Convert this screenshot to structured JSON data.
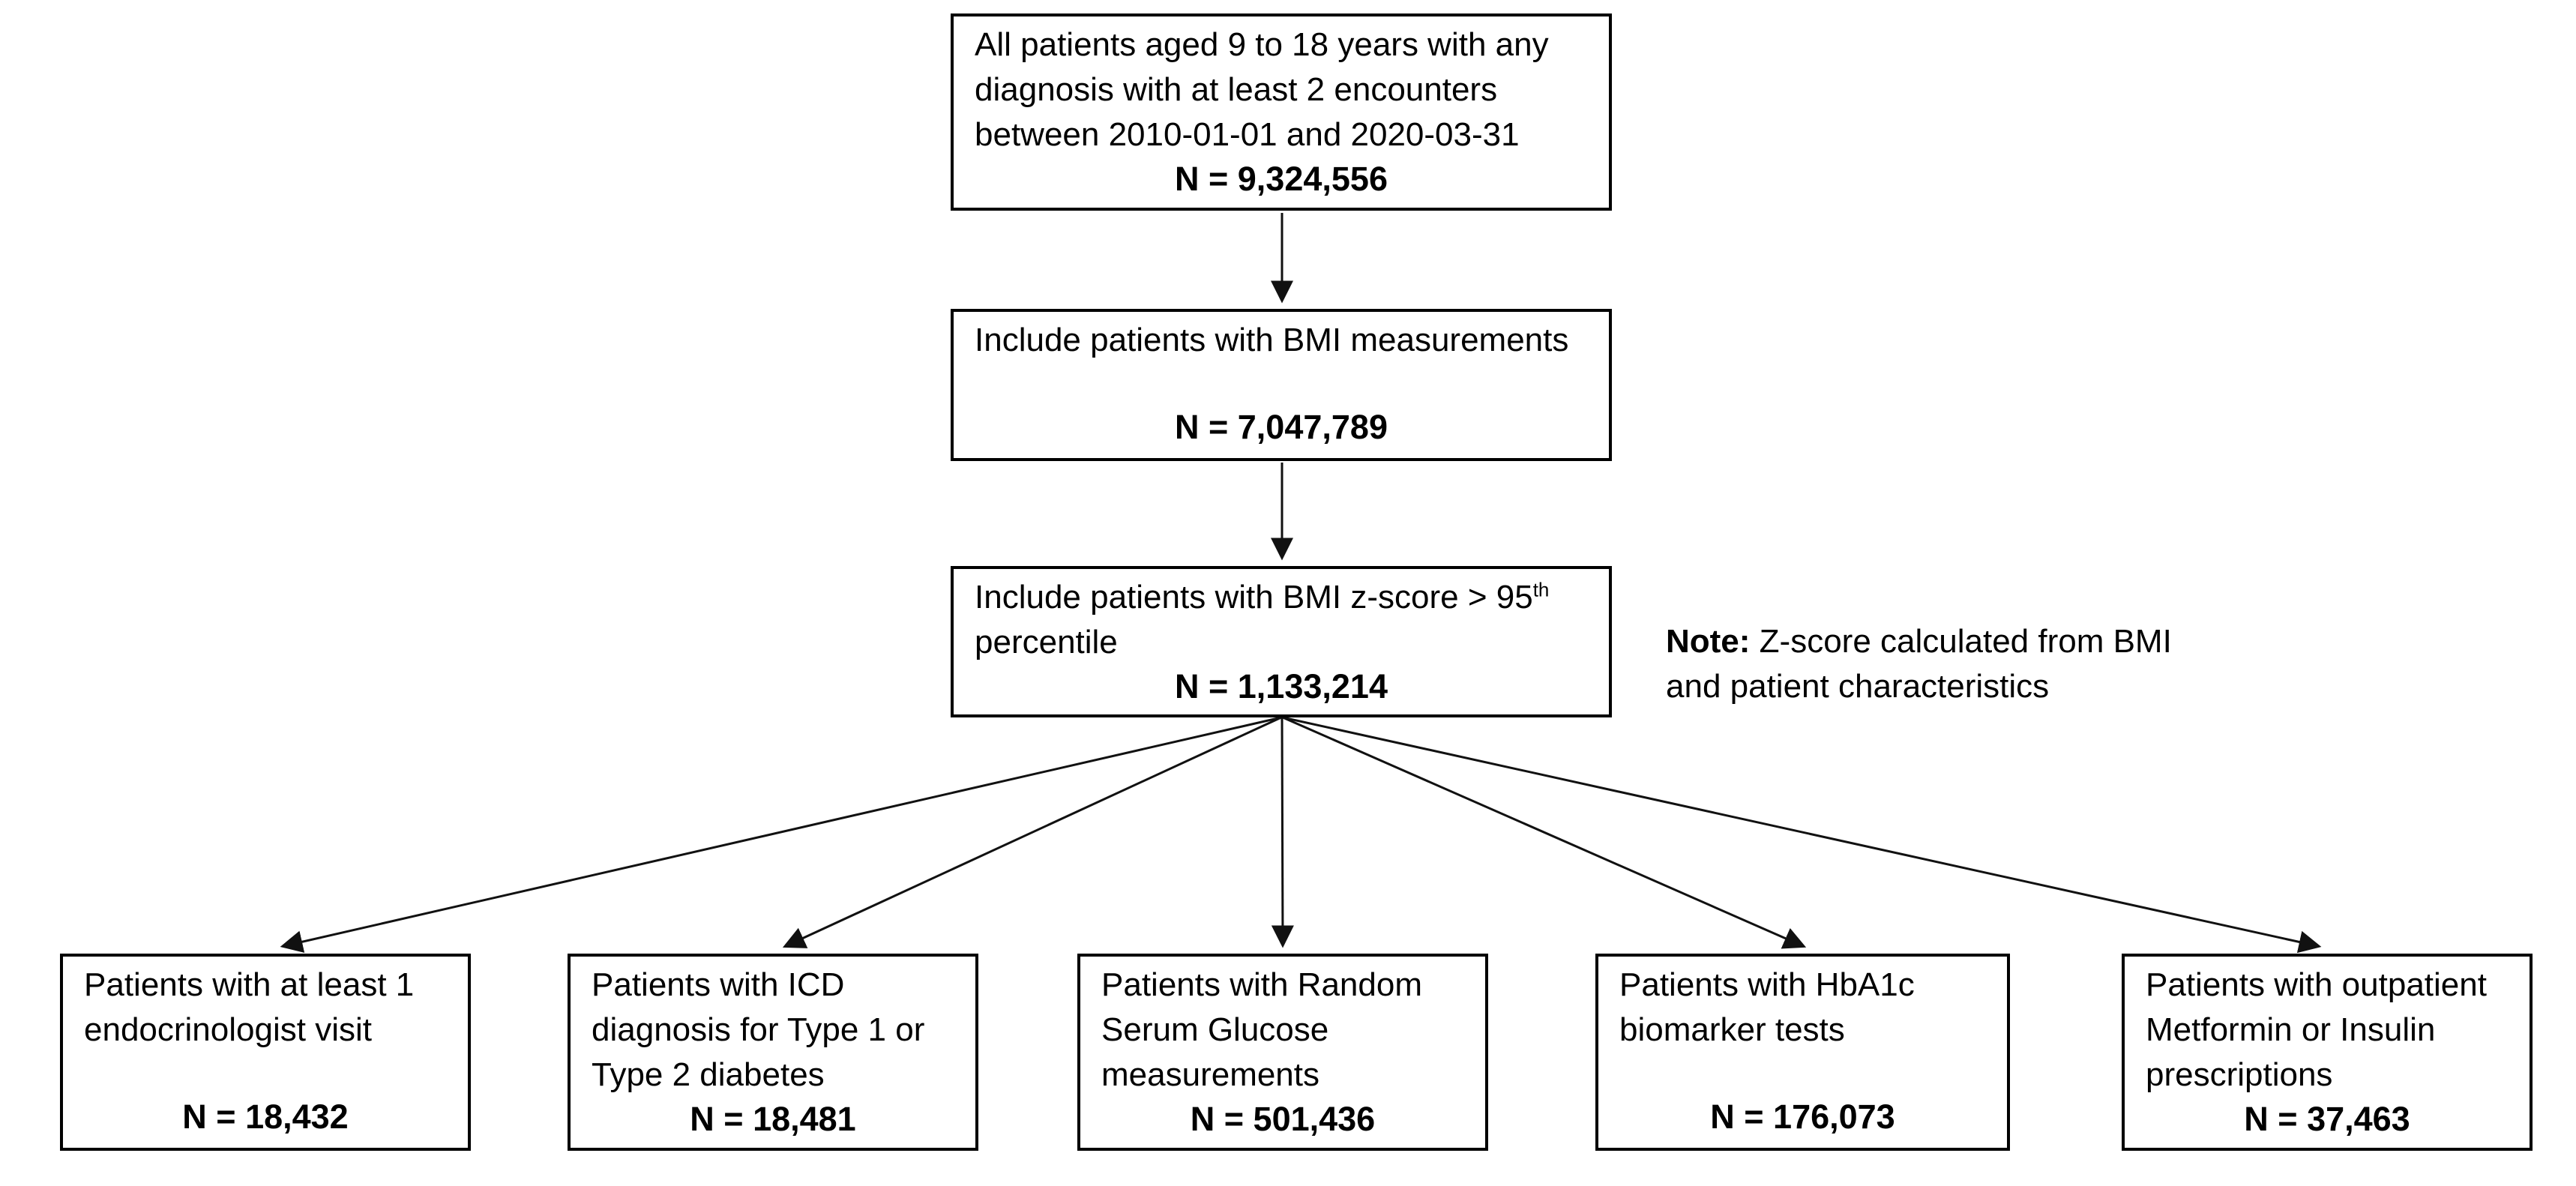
{
  "flowchart": {
    "main_boxes": [
      {
        "name": "cohort-initial",
        "lines": [
          "All patients aged 9 to 18 years with any",
          "diagnosis with at least 2 encounters",
          "between 2010-01-01 and 2020-03-31"
        ],
        "n_label": "N = 9,324,556"
      },
      {
        "name": "cohort-bmi-measurements",
        "lines": [
          "Include patients with BMI measurements"
        ],
        "n_label": "N = 7,047,789"
      },
      {
        "name": "cohort-bmi-zscore",
        "text_start": "Include patients with BMI z-score > 95",
        "superscript": "th",
        "text_line2": "percentile",
        "n_label": "N = 1,133,214"
      }
    ],
    "note": {
      "label": "Note:",
      "text": " Z-score calculated from BMI and patient characteristics"
    },
    "leaf_boxes": [
      {
        "name": "endocrinologist-visit",
        "lines": [
          "Patients with at least 1",
          "endocrinologist visit"
        ],
        "n_label": "N = 18,432"
      },
      {
        "name": "icd-diabetes-diagnosis",
        "lines": [
          "Patients with ICD",
          "diagnosis for Type 1 or",
          "Type 2 diabetes"
        ],
        "n_label": "N = 18,481"
      },
      {
        "name": "random-serum-glucose",
        "lines": [
          "Patients with Random",
          "Serum Glucose",
          "measurements"
        ],
        "n_label": "N = 501,436"
      },
      {
        "name": "hba1c-biomarker-tests",
        "lines": [
          "Patients with HbA1c",
          "biomarker tests"
        ],
        "n_label": "N = 176,073"
      },
      {
        "name": "metformin-insulin-prescriptions",
        "lines": [
          "Patients with outpatient",
          "Metformin or Insulin",
          "prescriptions"
        ],
        "n_label": "N = 37,463"
      }
    ]
  }
}
